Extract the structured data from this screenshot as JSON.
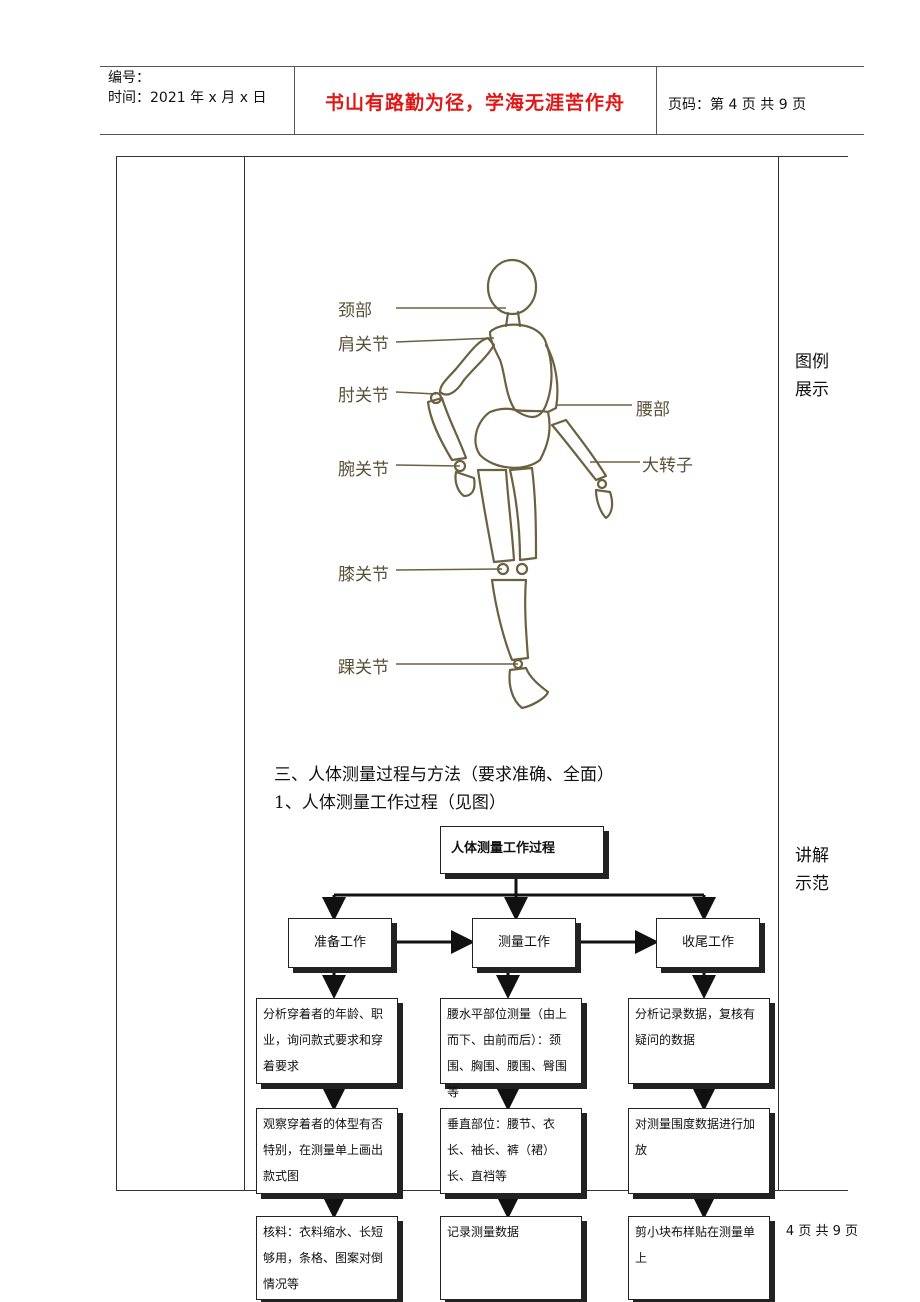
{
  "header": {
    "number_label": "编号：",
    "time_label": "时间：2021 年 x 月 x 日",
    "motto": "书山有路勤为径，学海无涯苦作舟",
    "page_code": "页码：第 4 页  共 9 页"
  },
  "side_labels": {
    "figure": [
      "图例",
      "展示"
    ],
    "demo": [
      "讲解",
      "示范"
    ]
  },
  "figure_labels": {
    "neck": "颈部",
    "shoulder": "肩关节",
    "elbow": "肘关节",
    "wrist": "腕关节",
    "knee": "膝关节",
    "ankle": "踝关节",
    "waist": "腰部",
    "hip": "大转子"
  },
  "section": {
    "heading": "三、人体测量过程与方法（要求准确、全面）",
    "subheading": "1、人体测量工作过程（见图）"
  },
  "flowchart": {
    "title": "人体测量工作过程",
    "stages": [
      "准备工作",
      "测量工作",
      "收尾工作"
    ],
    "columns": [
      [
        "分析穿着者的年龄、职业，询问款式要求和穿着要求",
        "观察穿着者的体型有否特别，在测量单上画出款式图",
        "核料：衣料缩水、长短够用，条格、图案对倒情况等"
      ],
      [
        "腰水平部位测量（由上而下、由前而后）：颈围、胸围、腰围、臀围等",
        "垂直部位：腰节、衣长、袖长、裤（裙）长、直裆等",
        "记录测量数据"
      ],
      [
        "分析记录数据，复核有疑问的数据",
        "对测量围度数据进行加放",
        "剪小块布样贴在测量单上"
      ]
    ]
  },
  "footer": {
    "page": "4 页 共 9 页"
  }
}
